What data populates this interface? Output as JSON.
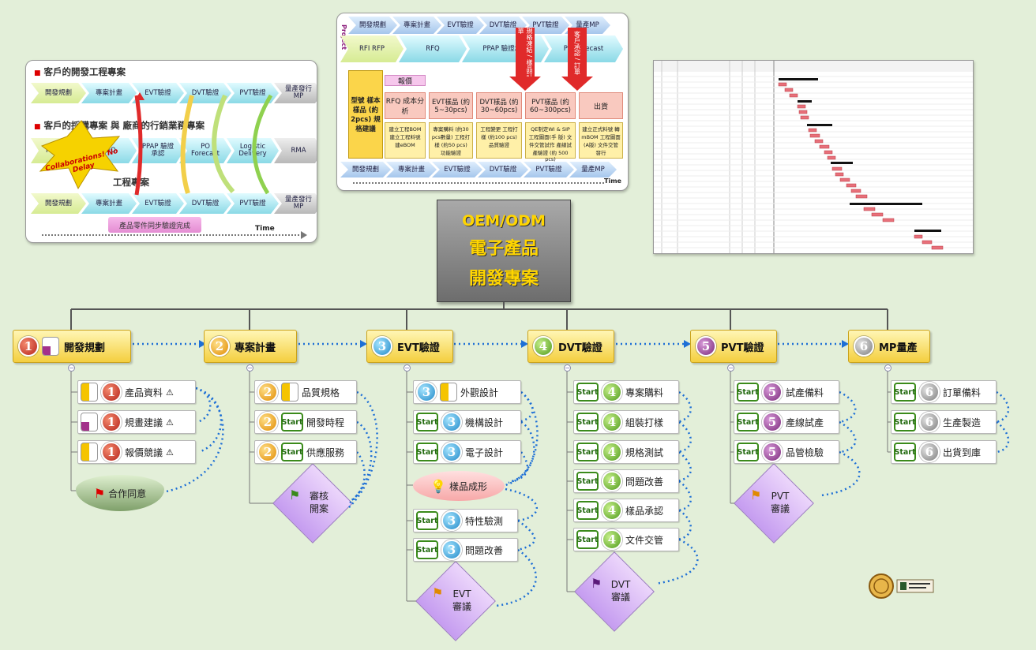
{
  "center": {
    "line1": "OEM/ODM",
    "line2": "電子產品",
    "line3": "開發專案"
  },
  "left_panel": {
    "sec1": "客戶的開發工程專案",
    "sec2": "客戶的採購專案 與 廠商的行銷業務專案",
    "sec3": "工程專案",
    "row1": [
      "開發規劃",
      "專案計畫",
      "EVT驗證",
      "DVT驗證",
      "PVT驗證",
      "量產發行 MP"
    ],
    "row2": [
      "RFI RFP",
      "RFQ",
      "PPAP 驗證承認",
      "PO Forecast",
      "Logistic Delivery",
      "RMA"
    ],
    "row3": [
      "開發規劃",
      "專案計畫",
      "EVT驗證",
      "DVT驗證",
      "PVT驗證",
      "量產發行 MP"
    ],
    "burst": "Collaborations! No Delay",
    "tag": "產品零件同步驗證完成",
    "time": "Time"
  },
  "top_panel": {
    "row1": [
      "開發規劃",
      "專案計畫",
      "EVT驗證",
      "DVT驗證",
      "PVT驗證",
      "量產MP"
    ],
    "row2": [
      "RFI RFP",
      "RFQ",
      "PPAP 驗證承認",
      "PO Forecast"
    ],
    "arrow1": "規格凍結 / 樣品訂單",
    "arrow2": "客戶承認 / 訂單",
    "cols": [
      {
        "head": "型號 樣本樣品 (約2pcs) 規格建議"
      },
      {
        "head": "RFQ 成本分析",
        "top": "報價",
        "body": "建立工程BOM 建立工程料號 建eBOM"
      },
      {
        "head": "EVT樣品 (約5~30pcs)",
        "body": "專案購料 (約30 pcs數量) 工程打樣 (約50 pcs) 功能驗證"
      },
      {
        "head": "DVT樣品 (約30~60pcs)",
        "body": "工程變更 工程打樣 (約100 pcs) 品質驗證"
      },
      {
        "head": "PVT樣品 (約60~300pcs)",
        "body": "QE制定WI & SIP 工程圖面(手 版) 文件交管試作 產線試產驗證 (約 500 pcs)"
      },
      {
        "head": "出貨",
        "body": "建立正式料號 轉mBOM 工程圖面(A版) 文件交管發行"
      }
    ],
    "row3": [
      "開發規劃",
      "專案計畫",
      "EVT驗證",
      "DVT驗證",
      "PVT驗證",
      "量產MP"
    ],
    "time": "Time",
    "side": "Project"
  },
  "phases": [
    {
      "num": "1",
      "label": "開發規劃"
    },
    {
      "num": "2",
      "label": "專案計畫"
    },
    {
      "num": "3",
      "label": "EVT驗證"
    },
    {
      "num": "4",
      "label": "DVT驗證"
    },
    {
      "num": "5",
      "label": "PVT驗證"
    },
    {
      "num": "6",
      "label": "MP量產"
    }
  ],
  "tasks": {
    "p1": [
      "產品資料",
      "規畫建議",
      "報價競議"
    ],
    "p2": [
      "品質規格",
      "開發時程",
      "供應服務"
    ],
    "p3a": [
      "外觀設計",
      "機構設計",
      "電子設計"
    ],
    "p3b": [
      "特性驗測",
      "問題改善"
    ],
    "p4": [
      "專案購料",
      "組裝打樣",
      "規格測試",
      "問題改善",
      "樣品承認",
      "文件交管"
    ],
    "p5": [
      "試產備料",
      "產線試產",
      "品管檢驗"
    ],
    "p6": [
      "訂單備料",
      "生產製造",
      "出貨到庫"
    ]
  },
  "start_label": "Start",
  "milestones": {
    "m1": "合作同意",
    "m2": [
      "審核",
      "開案"
    ],
    "m3": "樣品成形",
    "m3b": [
      "EVT",
      "審議"
    ],
    "m4": [
      "DVT",
      "審議"
    ],
    "m5": [
      "PVT",
      "審議"
    ]
  },
  "colors": {
    "phase_fill": "#f4cf3f",
    "dotted": "#1d6fd6",
    "tree": "#555555",
    "diamond": "#c59cf0"
  }
}
